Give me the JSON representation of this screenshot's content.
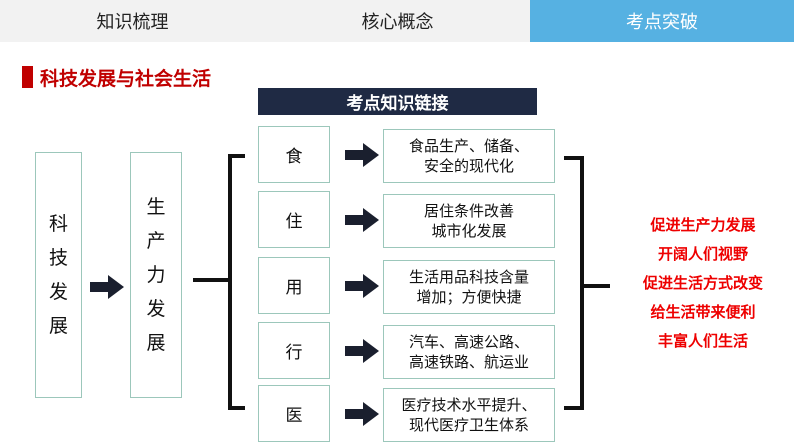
{
  "tabs": [
    {
      "label": "知识梳理"
    },
    {
      "label": "核心概念"
    },
    {
      "label": "考点突破",
      "active": true
    }
  ],
  "section_title": "科技发展与社会生活",
  "banner": "考点知识链接",
  "left_box": "科技发展",
  "mid_box": "生产力发展",
  "categories": [
    {
      "label": "食",
      "line1": "食品生产、储备、",
      "line2": "安全的现代化"
    },
    {
      "label": "住",
      "line1": "居住条件改善",
      "line2": "城市化发展"
    },
    {
      "label": "用",
      "line1": "生活用品科技含量",
      "line2": "增加；方便快捷"
    },
    {
      "label": "行",
      "line1": "汽车、高速公路、",
      "line2": "高速铁路、航运业"
    },
    {
      "label": "医",
      "line1": "医疗技术水平提升、",
      "line2": "现代医疗卫生体系"
    }
  ],
  "effects": [
    "促进生产力发展",
    "开阔人们视野",
    "促进生活方式改变",
    "给生活带来便利",
    "丰富人们生活"
  ],
  "colors": {
    "accent": "#56b1e2",
    "title_red": "#c00000",
    "banner_bg": "#1f2a44",
    "effect_red": "#ee0000"
  }
}
